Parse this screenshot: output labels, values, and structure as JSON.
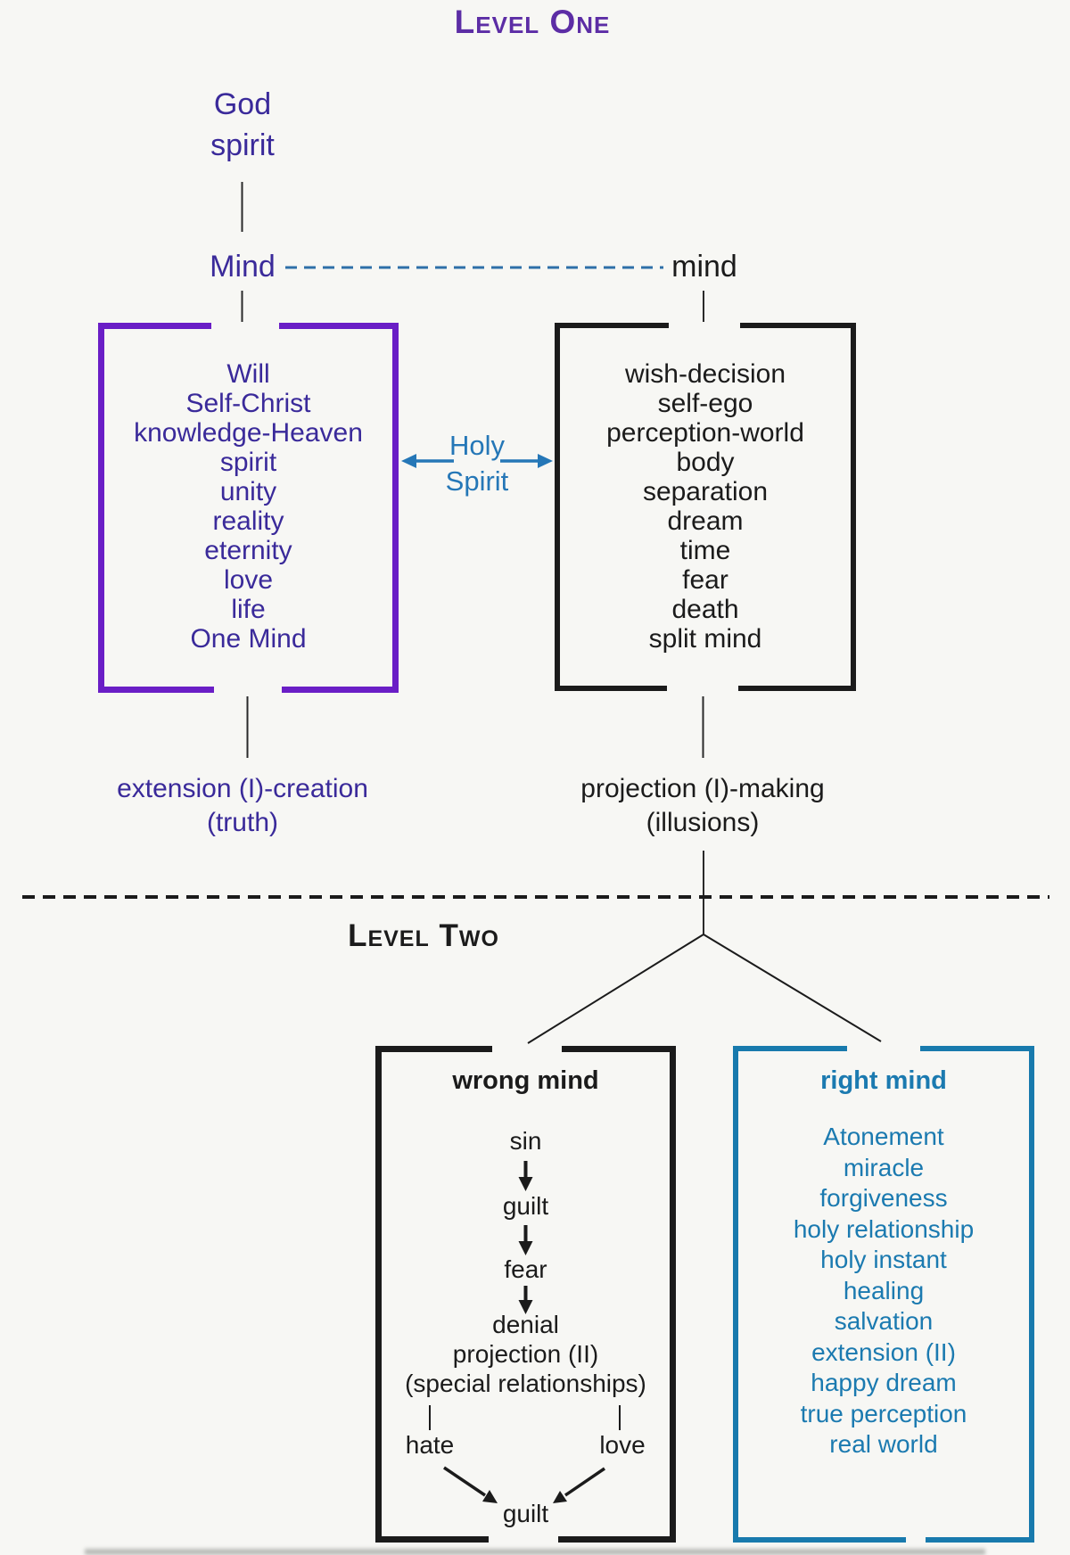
{
  "level_one": {
    "title": "Level One",
    "left_column": {
      "god_label": "God",
      "spirit_label": "spirit",
      "mind_label": "Mind",
      "box_items": [
        "Will",
        "Self-Christ",
        "knowledge-Heaven",
        "spirit",
        "unity",
        "reality",
        "eternity",
        "love",
        "life",
        "One Mind"
      ],
      "bottom_label_line1": "extension (I)-creation",
      "bottom_label_line2": "(truth)"
    },
    "right_column": {
      "mind_label": "mind",
      "box_items": [
        "wish-decision",
        "self-ego",
        "perception-world",
        "body",
        "separation",
        "dream",
        "time",
        "fear",
        "death",
        "split mind"
      ],
      "bottom_label_line1": "projection (I)-making",
      "bottom_label_line2": "(illusions)"
    },
    "holy_spirit": {
      "line1": "Holy",
      "line2": "Spirit"
    }
  },
  "level_two": {
    "title": "Level Two",
    "wrong_mind": {
      "title": "wrong mind",
      "chain": [
        "sin",
        "guilt",
        "fear"
      ],
      "denial_block": [
        "denial",
        "projection (II)",
        "(special relationships)"
      ],
      "hate_label": "hate",
      "love_label": "love",
      "guilt_label": "guilt"
    },
    "right_mind": {
      "title": "right mind",
      "items": [
        "Atonement",
        "miracle",
        "forgiveness",
        "holy relationship",
        "holy instant",
        "healing",
        "salvation",
        "extension (II)",
        "happy dream",
        "true perception",
        "real world"
      ]
    }
  },
  "colors": {
    "heading_purple": "#5c2da5",
    "text_indigo": "#3a2a9a",
    "box_border_purple": "#6a1ec6",
    "holy_spirit_blue": "#2577b7",
    "dashed_link_blue": "#2e6fa8",
    "right_mind_teal": "#187aad",
    "black": "#1b1b1b",
    "background": "#f7f7f4"
  }
}
